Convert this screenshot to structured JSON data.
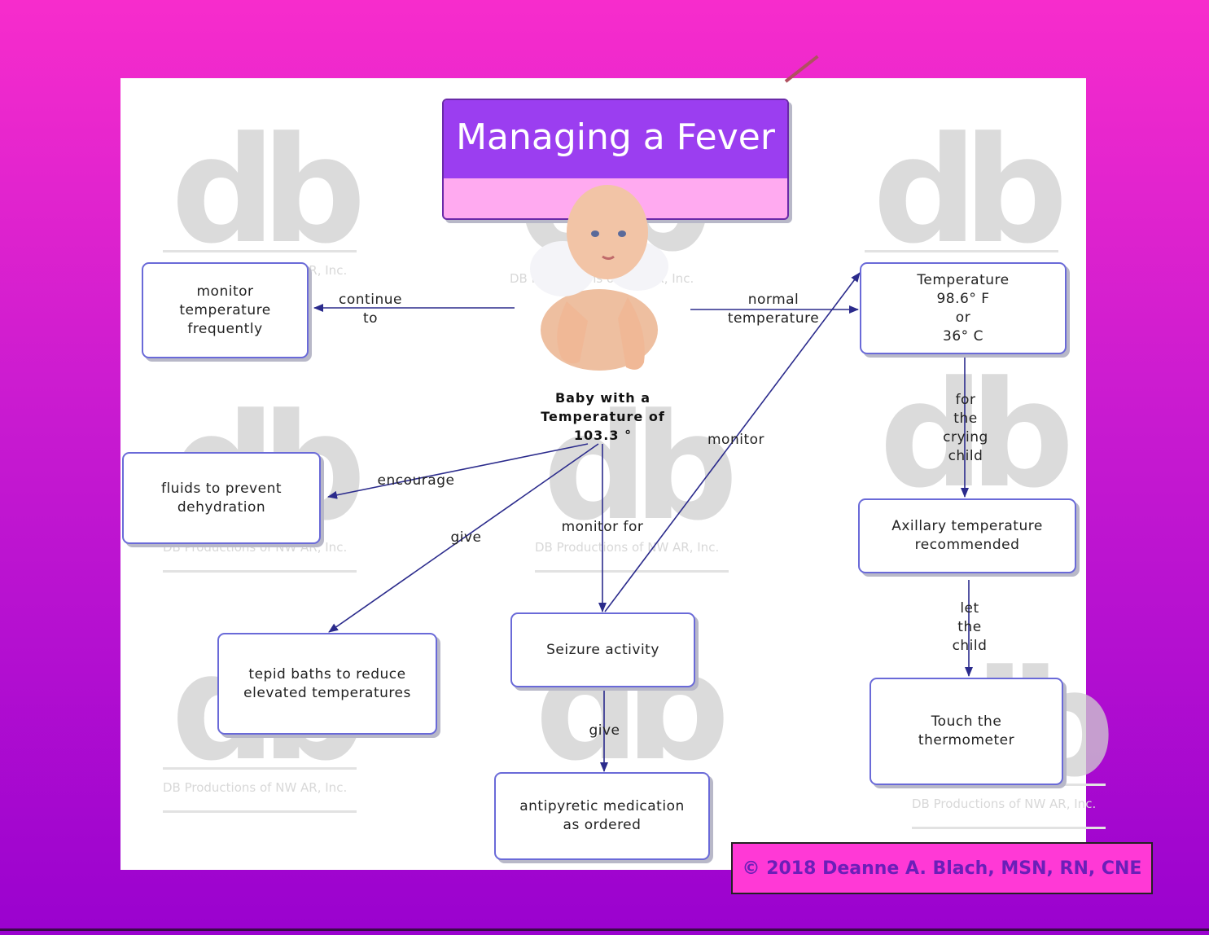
{
  "title": "Managing a Fever",
  "center": {
    "label": "Baby with a\nTemperature of\n103.3 °"
  },
  "nodes": {
    "monitor": "monitor\ntemperature\nfrequently",
    "normal": "Temperature\n98.6° F\nor\n36° C",
    "fluids": "fluids to prevent\ndehydration",
    "tepid": "tepid baths to reduce\nelevated temperatures",
    "seizure": "Seizure activity",
    "antipyretic": "antipyretic medication\nas ordered",
    "axillary": "Axillary temperature\nrecommended",
    "touch": "Touch the\nthermometer"
  },
  "links": {
    "continue_to": "continue\nto",
    "normal_temperature": "normal\ntemperature",
    "encourage": "encourage",
    "give_tepid": "give",
    "monitor_for": "monitor for",
    "monitor": "monitor",
    "give_meds": "give",
    "for_crying": "for\nthe\ncrying\nchild",
    "let_child": "let\nthe\nchild"
  },
  "watermark": {
    "glyph": "db",
    "text": "DB Productions of NW AR, Inc."
  },
  "copyright": "© 2018 Deanne A. Blach, MSN, RN, CNE",
  "colors": {
    "title_band": "#9b3ef0",
    "title_lower": "#ffaaf0",
    "edge": "#2b2b8c",
    "copyright_bg": "#ff39d6",
    "copyright_text": "#6b1fb8"
  }
}
